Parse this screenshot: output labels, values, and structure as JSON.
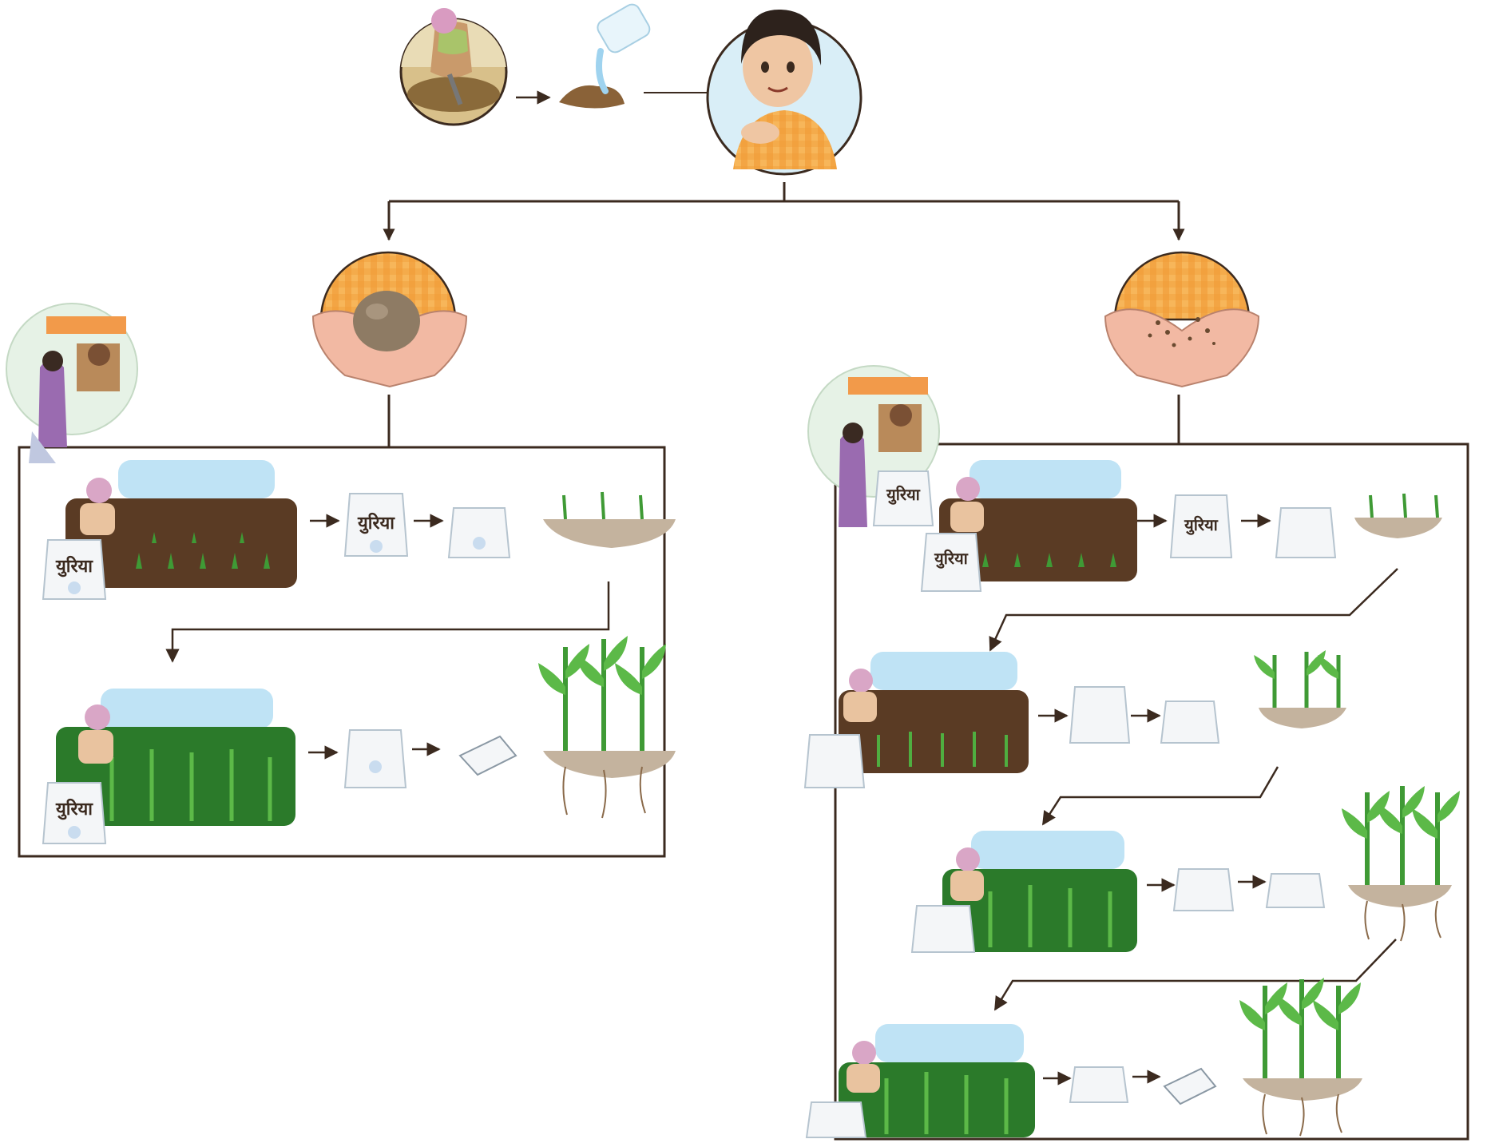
{
  "bag_label": "युरिया",
  "colors": {
    "line": "#3b2a1f",
    "sky": "#bfe3f5",
    "soil": "#5a3b24",
    "leaf": "#3f9a35",
    "leaf_dark": "#2b7a2a",
    "shirt": "#f5a340",
    "skin": "#f2b9a3",
    "bag": "#f4f6f8",
    "circle_bg": "#d9eef7"
  },
  "icons": [
    "digging-soil-icon",
    "wet-soil-icon",
    "girl-testing-soil-icon",
    "hands-soil-ball-icon",
    "hands-crumbled-soil-icon",
    "shopkeeper-icon",
    "farmer-field-icon",
    "urea-bag-icon",
    "seedling-icon",
    "maize-plant-icon"
  ],
  "branches": [
    {
      "key": "soil-forms-ball",
      "stages": 2
    },
    {
      "key": "soil-crumbles",
      "stages": 4
    }
  ]
}
